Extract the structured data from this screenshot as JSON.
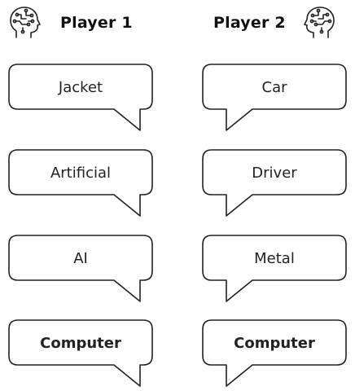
{
  "players": [
    {
      "label": "Player 1",
      "icon": "head-circuit-icon",
      "words": [
        "Jacket",
        "Artificial",
        "AI",
        "Computer"
      ]
    },
    {
      "label": "Player 2",
      "icon": "head-circuit-icon",
      "words": [
        "Car",
        "Driver",
        "Metal",
        "Computer"
      ]
    }
  ],
  "final_word_style": "bold",
  "colors": {
    "stroke": "#222222",
    "fill": "#ffffff",
    "text": "#222222"
  }
}
